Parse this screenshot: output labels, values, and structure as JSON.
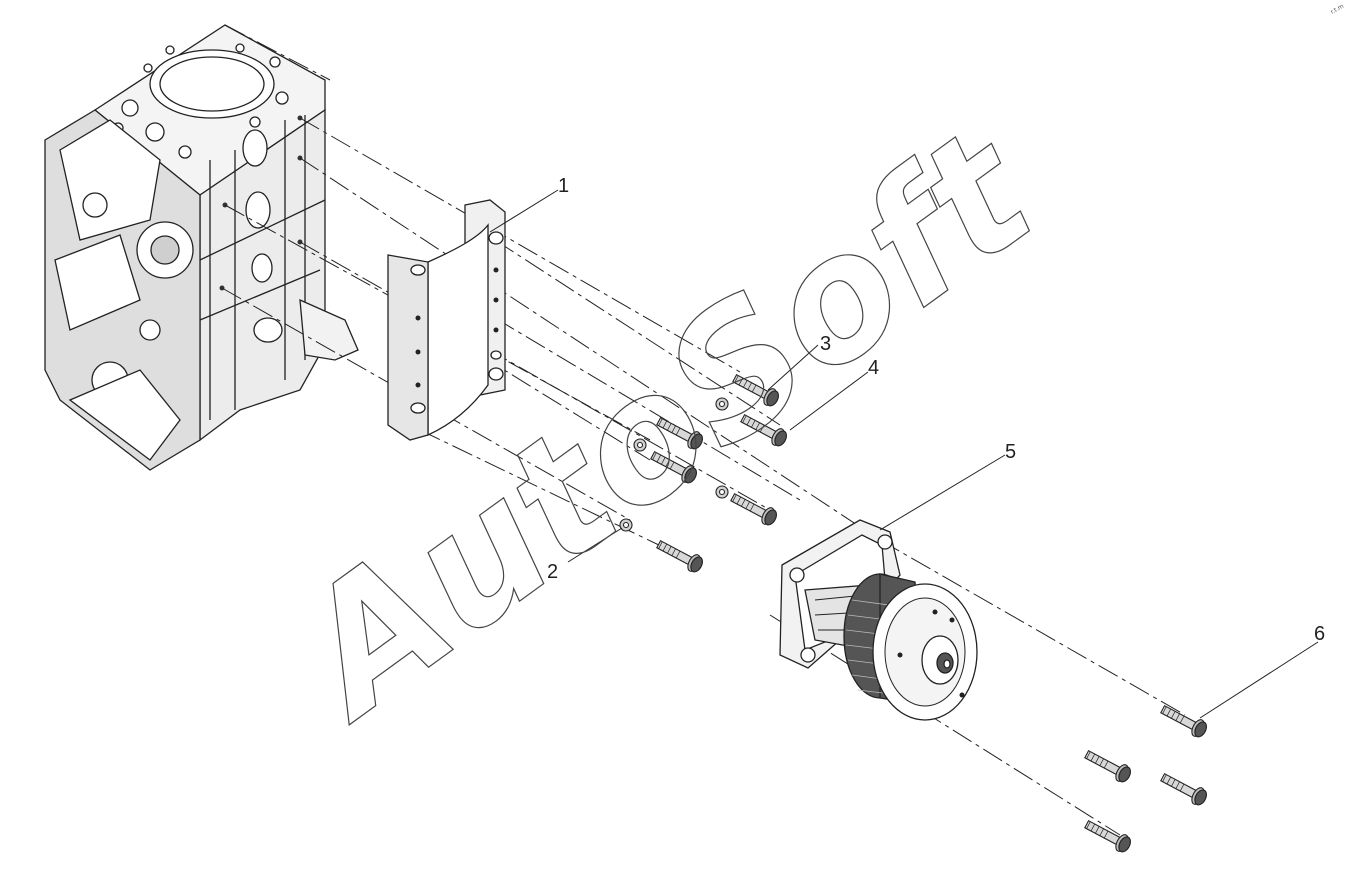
{
  "diagram": {
    "callouts": [
      "1",
      "2",
      "3",
      "4",
      "5",
      "6"
    ],
    "watermark": "AutoSoft",
    "corner_mark": "r.t.m"
  },
  "colors": {
    "line": "#222222",
    "shade": "#bdbdbd",
    "dark": "#555555",
    "background": "#ffffff"
  }
}
